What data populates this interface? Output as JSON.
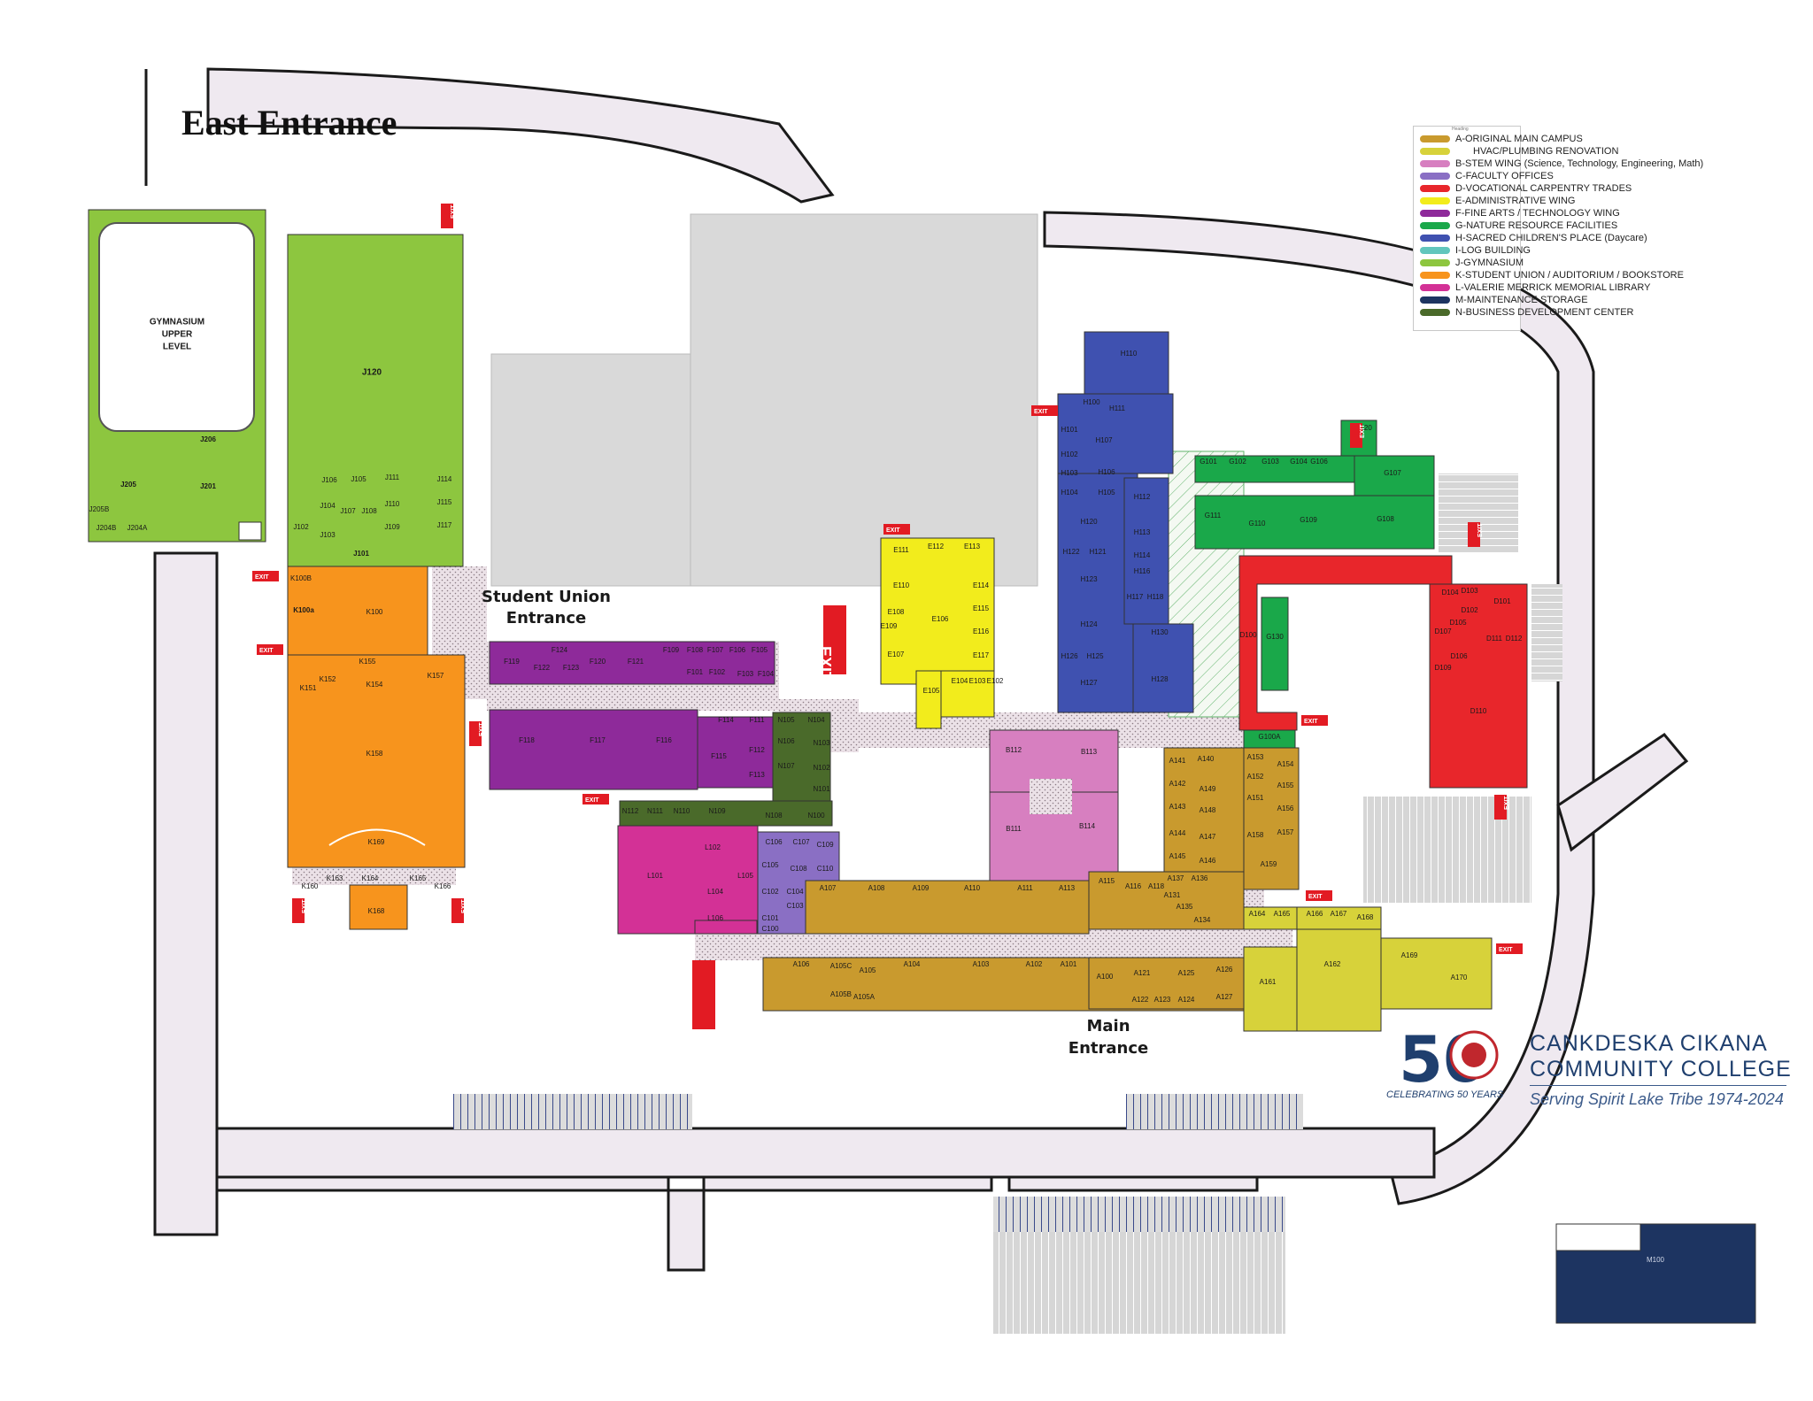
{
  "title": "East Entrance",
  "entrances": {
    "student_union": [
      "Student Union",
      "Entrance"
    ],
    "main": [
      "Main",
      "Entrance"
    ]
  },
  "exit_label": "EXIT",
  "legend": {
    "title": "Heading",
    "items": [
      {
        "label": "A-ORIGINAL MAIN CAMPUS",
        "color": "#c99a2e"
      },
      {
        "label": "HVAC/PLUMBING RENOVATION",
        "color": "#d7d23a",
        "indent": true
      },
      {
        "label": "B-STEM WING (Science, Technology, Engineering, Math)",
        "color": "#d77fc0"
      },
      {
        "label": "C-FACULTY OFFICES",
        "color": "#8a6fc4"
      },
      {
        "label": "D-VOCATIONAL CARPENTRY TRADES",
        "color": "#e8262b"
      },
      {
        "label": "E-ADMINISTRATIVE WING",
        "color": "#f2ec1c"
      },
      {
        "label": "F-FINE ARTS / TECHNOLOGY WING",
        "color": "#8e2a9a"
      },
      {
        "label": "G-NATURE RESOURCE FACILITIES",
        "color": "#1aa84a"
      },
      {
        "label": "H-SACRED CHILDREN'S PLACE (Daycare)",
        "color": "#3f51b0"
      },
      {
        "label": "I-LOG BUILDING",
        "color": "#62c6bd"
      },
      {
        "label": "J-GYMNASIUM",
        "color": "#8dc63f"
      },
      {
        "label": "K-STUDENT UNION / AUDITORIUM / BOOKSTORE",
        "color": "#f7941d"
      },
      {
        "label": "L-VALERIE MERRICK MEMORIAL LIBRARY",
        "color": "#d33196"
      },
      {
        "label": "M-MAINTENANCE STORAGE",
        "color": "#1d3461"
      },
      {
        "label": "N-BUSINESS DEVELOPMENT CENTER",
        "color": "#4a6a2a"
      }
    ]
  },
  "colors": {
    "A": "#c99a2e",
    "A2": "#d7d23a",
    "B": "#d77fc0",
    "C": "#8a6fc4",
    "D": "#e8262b",
    "E": "#f2ec1c",
    "F": "#8e2a9a",
    "G": "#1aa84a",
    "H": "#3f51b0",
    "J": "#8dc63f",
    "K": "#f7941d",
    "L": "#d33196",
    "M": "#1d3461",
    "N": "#4a6a2a",
    "road": "#efe9f0",
    "parking": "#d9d9d9",
    "hall": "#e9dfe6",
    "exit": "#e21b23"
  },
  "rooms": {
    "gym_upper": [
      "GYMNASIUM",
      "UPPER",
      "LEVEL"
    ],
    "J": [
      "J120",
      "J206",
      "J205",
      "J201",
      "J205B",
      "J204B",
      "J204A",
      "J106",
      "J105",
      "J111",
      "J114",
      "J104",
      "J107",
      "J108",
      "J110",
      "J115",
      "J102",
      "J103",
      "J109",
      "J117",
      "J101"
    ],
    "K": [
      "K100B",
      "K100a",
      "K100",
      "K155",
      "K157",
      "K152",
      "K154",
      "K151",
      "K158",
      "K169",
      "K163",
      "K164",
      "K165",
      "K168",
      "K160",
      "K166"
    ],
    "F": [
      "F119",
      "F124",
      "F122",
      "F123",
      "F120",
      "F121",
      "F109",
      "F108",
      "F107",
      "F106",
      "F105",
      "F101",
      "F102",
      "F103",
      "F104",
      "F118",
      "F117",
      "F116",
      "F114",
      "F111",
      "F112",
      "F115",
      "F113"
    ],
    "N": [
      "N105",
      "N104",
      "N106",
      "N103",
      "N107",
      "N102",
      "N101",
      "N112",
      "N111",
      "N110",
      "N109",
      "N108",
      "N100"
    ],
    "L": [
      "L101",
      "L102",
      "L105",
      "L104",
      "L106"
    ],
    "C": [
      "C106",
      "C107",
      "C109",
      "C108",
      "C110",
      "C104",
      "C103",
      "C102",
      "C105",
      "C101",
      "C100"
    ],
    "E": [
      "E111",
      "E112",
      "E113",
      "E110",
      "E114",
      "E106",
      "E115",
      "E108",
      "E109",
      "E116",
      "E107",
      "E117",
      "E105",
      "E104",
      "E103",
      "E102"
    ],
    "H": [
      "H110",
      "H100",
      "H111",
      "H101",
      "H107",
      "H102",
      "H103",
      "H106",
      "H104",
      "H105",
      "H112",
      "H120",
      "H113",
      "H122",
      "H121",
      "H114",
      "H123",
      "H116",
      "H117",
      "H118",
      "H124",
      "H130",
      "H126",
      "H125",
      "H127",
      "H128"
    ],
    "G": [
      "G120",
      "G101",
      "G102",
      "G103",
      "G104",
      "G106",
      "G107",
      "G111",
      "G110",
      "G109",
      "G108",
      "G130",
      "G100A"
    ],
    "D": [
      "D104",
      "D103",
      "D102",
      "D101",
      "D105",
      "D107",
      "D111",
      "D112",
      "D106",
      "D109",
      "D110",
      "D100"
    ],
    "B": [
      "B112",
      "B113",
      "B111",
      "B114"
    ],
    "A": [
      "A141",
      "A140",
      "A142",
      "A149",
      "A143",
      "A148",
      "A144",
      "A147",
      "A145",
      "A146",
      "A153",
      "A154",
      "A152",
      "A155",
      "A151",
      "A156",
      "A158",
      "A157",
      "A159",
      "A107",
      "A108",
      "A109",
      "A110",
      "A111",
      "A113",
      "A115",
      "A116",
      "A118",
      "A137",
      "A136",
      "A131",
      "A134",
      "A135",
      "A164",
      "A165",
      "A166",
      "A167",
      "A168",
      "A106",
      "A105C",
      "A105",
      "A104",
      "A103",
      "A102",
      "A101",
      "A100",
      "A121",
      "A125",
      "A126",
      "A105B",
      "A105A",
      "A122",
      "A123",
      "A124",
      "A127",
      "A161",
      "A162",
      "A169",
      "A170"
    ],
    "M": [
      "M100"
    ]
  },
  "brand": {
    "emblem_number": "50",
    "emblem_ribbon": "CELEBRATING 50 YEARS",
    "name_line1": "CANKDESKA CIKANA",
    "name_line2": "COMMUNITY COLLEGE",
    "tagline": "Serving Spirit Lake Tribe 1974-2024"
  }
}
